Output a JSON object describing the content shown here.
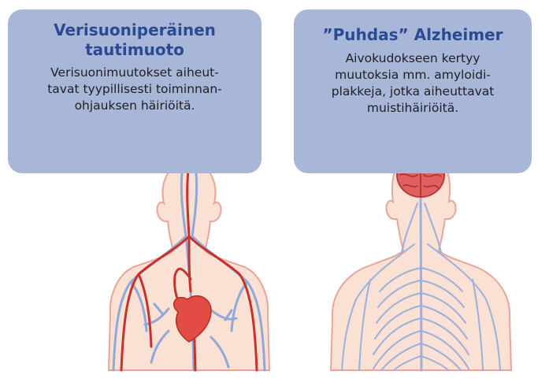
{
  "panels": [
    {
      "title_line1": "Verisuoniperäinen",
      "title_line2": "tautimuoto",
      "body_lines": [
        "Verisuonimuutokset aiheut-",
        "tavat tyypillisesti toiminnan-",
        "ohjauksen häiriöitä."
      ]
    },
    {
      "title": "”Puhdas” Alzheimer",
      "body_lines": [
        "Aivokudokseen kertyy",
        "muutoksia mm. amyloidi-",
        "plakkeja, jotka aiheuttavat",
        "muistihäiriöitä."
      ]
    }
  ],
  "colors": {
    "card_bg": "#a8b6d8",
    "title_text": "#2c4a94",
    "skin_fill": "#fbe0d4",
    "skin_outline": "#e8a69a",
    "artery": "#c8322d",
    "vein": "#8fa8d8",
    "heart": "#e24c44",
    "brain": "#e06060",
    "nerve": "#9cb0dc"
  },
  "icons": [
    "vascular-body-figure",
    "heart-icon",
    "nervous-system-figure",
    "brain-icon"
  ]
}
